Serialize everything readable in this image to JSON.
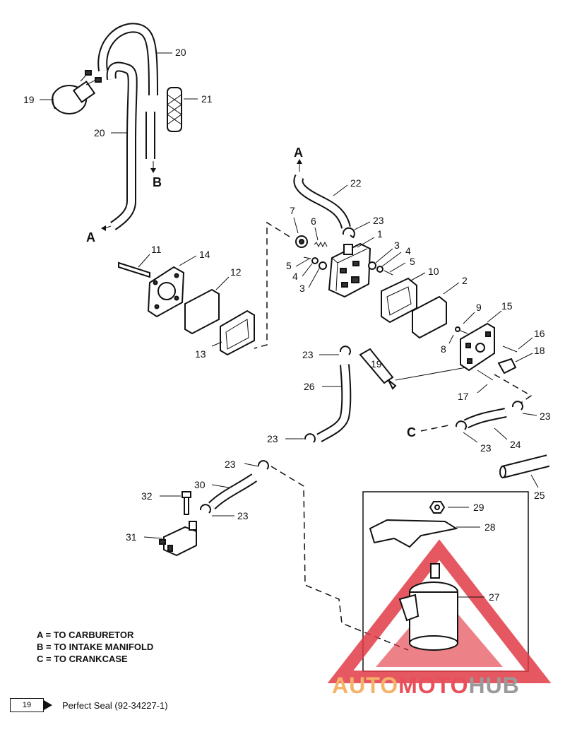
{
  "callouts": {
    "c1": "1",
    "c2": "2",
    "c3a": "3",
    "c3b": "3",
    "c4a": "4",
    "c4b": "4",
    "c5a": "5",
    "c5b": "5",
    "c6": "6",
    "c7": "7",
    "c8": "8",
    "c9": "9",
    "c10": "10",
    "c11": "11",
    "c12": "12",
    "c13": "13",
    "c14": "14",
    "c15": "15",
    "c16": "16",
    "c17": "17",
    "c18": "18",
    "c19a": "19",
    "c19b": "19",
    "c20a": "20",
    "c20b": "20",
    "c21": "21",
    "c22": "22",
    "c23a": "23",
    "c23b": "23",
    "c23c": "23",
    "c23d": "23",
    "c23e": "23",
    "c23f": "23",
    "c23g": "23",
    "c24": "24",
    "c25": "25",
    "c26": "26",
    "c27": "27",
    "c28": "28",
    "c29": "29",
    "c30": "30",
    "c31": "31",
    "c32": "32"
  },
  "markers": {
    "a1": "A",
    "a2": "A",
    "b": "B",
    "c": "C"
  },
  "legend": {
    "a": "A = TO CARBURETOR",
    "b": "B = TO INTAKE MANIFOLD",
    "c": "C = TO CRANKCASE"
  },
  "sealant": {
    "ref": "19",
    "text": "Perfect Seal (92-34227-1)"
  },
  "watermark": {
    "auto": "AUTO",
    "moto": "MOTO",
    "hub": "HUB"
  },
  "colors": {
    "line": "#111111",
    "watermark_triangle": "#e23b46",
    "watermark_orange": "#f5b36a",
    "watermark_grey": "#9a9a9a"
  }
}
